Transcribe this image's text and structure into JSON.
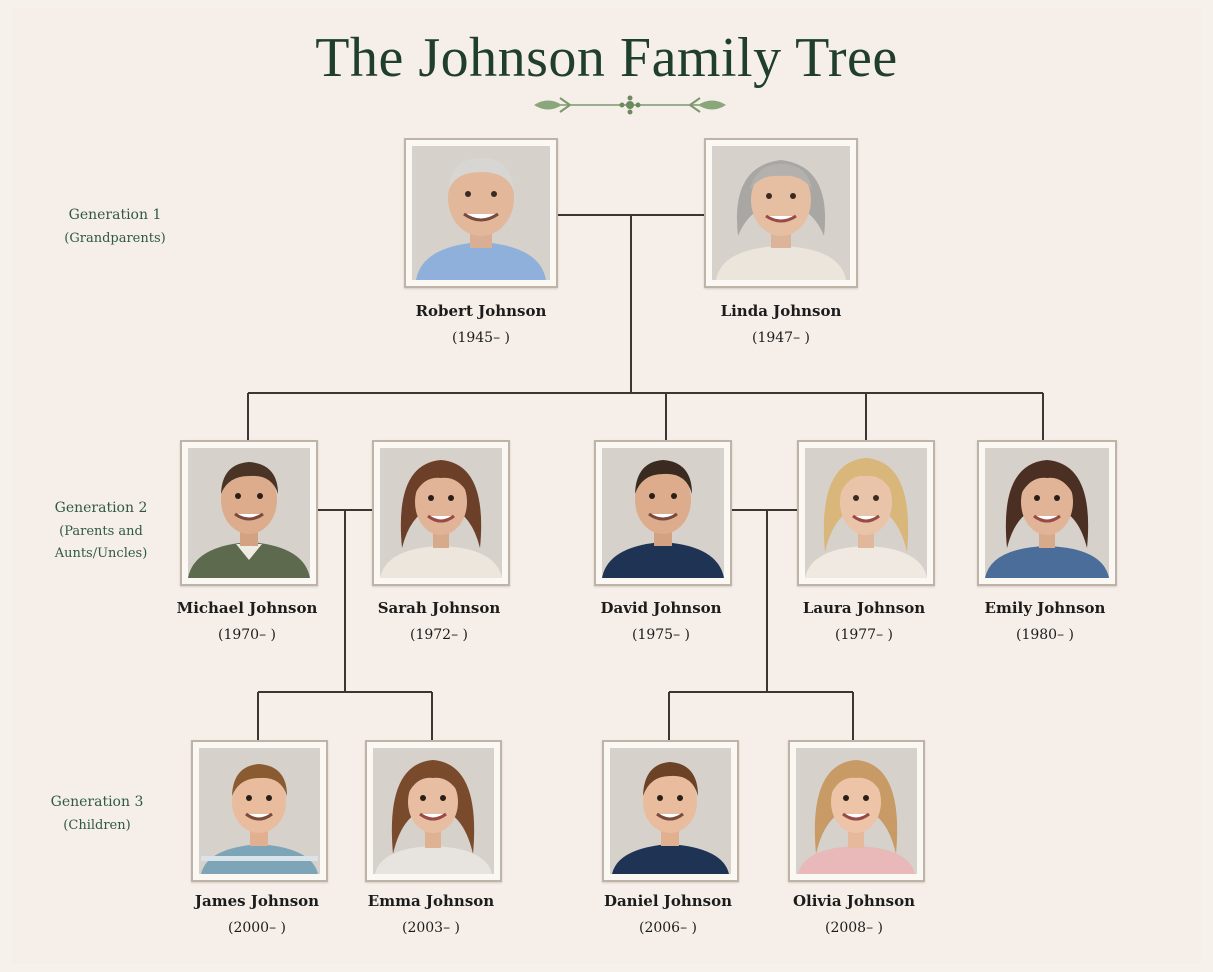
{
  "title": "The Johnson Family Tree",
  "colors": {
    "title": "#1f3e2b",
    "line": "#3a3632",
    "background": "#f7f1ec",
    "frame": "#bdb3a6",
    "ornament": "#7a9a6e"
  },
  "generations": [
    {
      "label": "Generation 1",
      "sub": "(Grandparents)"
    },
    {
      "label": "Generation 2",
      "sub1": "(Parents and",
      "sub2": "Aunts/Uncles)"
    },
    {
      "label": "Generation 3",
      "sub": "(Children)"
    }
  ],
  "people": {
    "robert": {
      "name": "Robert Johnson",
      "years": "(1945– )"
    },
    "linda": {
      "name": "Linda Johnson",
      "years": "(1947– )"
    },
    "michael": {
      "name": "Michael Johnson",
      "years": "(1970– )"
    },
    "sarah": {
      "name": "Sarah Johnson",
      "years": "(1972– )"
    },
    "david": {
      "name": "David Johnson",
      "years": "(1975– )"
    },
    "laura": {
      "name": "Laura Johnson",
      "years": "(1977– )"
    },
    "emily": {
      "name": "Emily Johnson",
      "years": "(1980– )"
    },
    "james": {
      "name": "James Johnson",
      "years": "(2000– )"
    },
    "emma": {
      "name": "Emma Johnson",
      "years": "(2003– )"
    },
    "daniel": {
      "name": "Daniel Johnson",
      "years": "(2006– )"
    },
    "olivia": {
      "name": "Olivia Johnson",
      "years": "(2008– )"
    }
  }
}
